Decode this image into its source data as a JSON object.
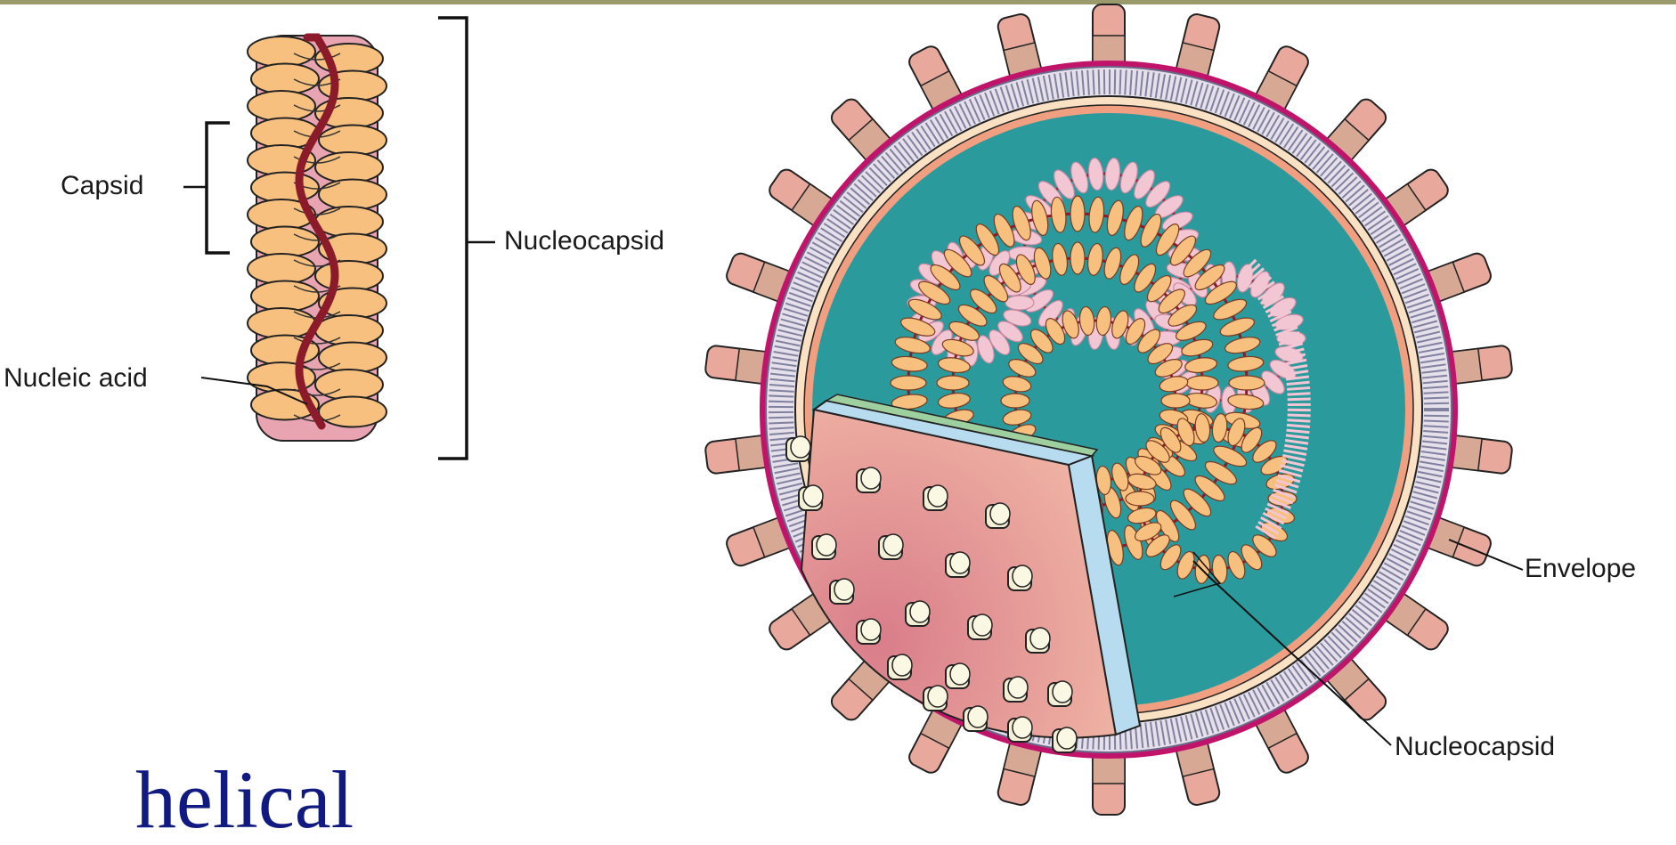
{
  "labels": {
    "capsid": "Capsid",
    "nucleocapsid_helical": "Nucleocapsid",
    "nucleic_acid": "Nucleic acid",
    "envelope": "Envelope",
    "nucleocapsid_enveloped": "Nucleocapsid"
  },
  "caption": "helical",
  "colors": {
    "capsomere": "#f7c07e",
    "nucleic_acid": "#8b1a2a",
    "core_fill": "#e8a4b0",
    "envelope_dots": "#c0146a",
    "interior": "#2a9a9c",
    "spike": "#e8a89c",
    "caption": "#101a80"
  }
}
